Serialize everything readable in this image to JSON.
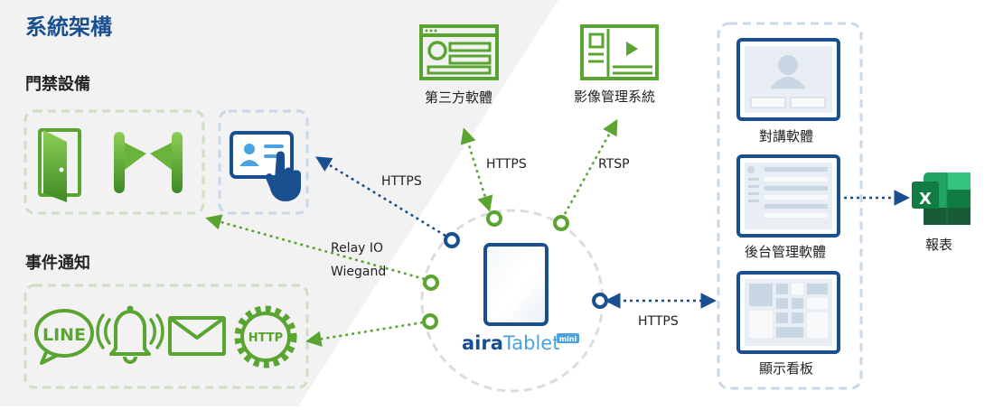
{
  "title": "系統架構",
  "sections": {
    "access_control": "門禁設備",
    "event_notify": "事件通知"
  },
  "software": {
    "third_party": "第三方軟體",
    "video_management": "影像管理系統"
  },
  "right_panel": {
    "intercom": "對講軟體",
    "backend": "後台管理軟體",
    "dashboard": "顯示看板"
  },
  "report": "報表",
  "protocols": {
    "https_top": "HTTPS",
    "https_access": "HTTPS",
    "rtsp": "RTSP",
    "relay_io": "Relay IO",
    "wiegand": "Wiegand",
    "https_right": "HTTPS"
  },
  "notification_icons": {
    "line_text": "LINE",
    "http_text": "HTTP"
  },
  "device": {
    "brand_aira": "aira",
    "brand_tablet": "Tablet",
    "badge": "mini"
  },
  "excel_letter": "X",
  "colors": {
    "green": "#5aa532",
    "green_dark": "#3e8a25",
    "green_light": "#7ec24a",
    "blue_dark": "#1a4f8f",
    "blue_light": "#4aa3e0",
    "dash_green": "#cfe0c0",
    "dash_blue": "#c8d8ea"
  }
}
